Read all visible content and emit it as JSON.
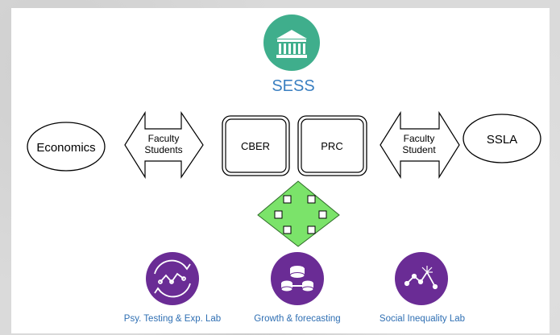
{
  "top": {
    "icon": "institution-building-icon",
    "title": "SESS",
    "colors": {
      "icon_bg": "#3fae8c",
      "title": "#3a7fc1"
    }
  },
  "left_node": {
    "label": "Economics"
  },
  "left_arrow": {
    "line1": "Faculty",
    "line2": "Students"
  },
  "center_boxes": [
    {
      "label": "CBER"
    },
    {
      "label": "PRC"
    }
  ],
  "right_arrow": {
    "line1": "Faculty",
    "line2": "Student"
  },
  "right_node": {
    "label": "SSLA"
  },
  "center_connector": {
    "icon": "four-way-arrow-icon",
    "color": "#7be36a"
  },
  "labs": [
    {
      "label": "Psy. Testing & Exp. Lab",
      "icon": "cycle-graph-icon"
    },
    {
      "label": "Growth & forecasting",
      "icon": "database-network-icon"
    },
    {
      "label": "Social Inequality Lab",
      "icon": "spark-line-chart-icon"
    }
  ],
  "colors": {
    "lab_icon_bg": "#6a2c95",
    "lab_label": "#2f6fb3"
  }
}
